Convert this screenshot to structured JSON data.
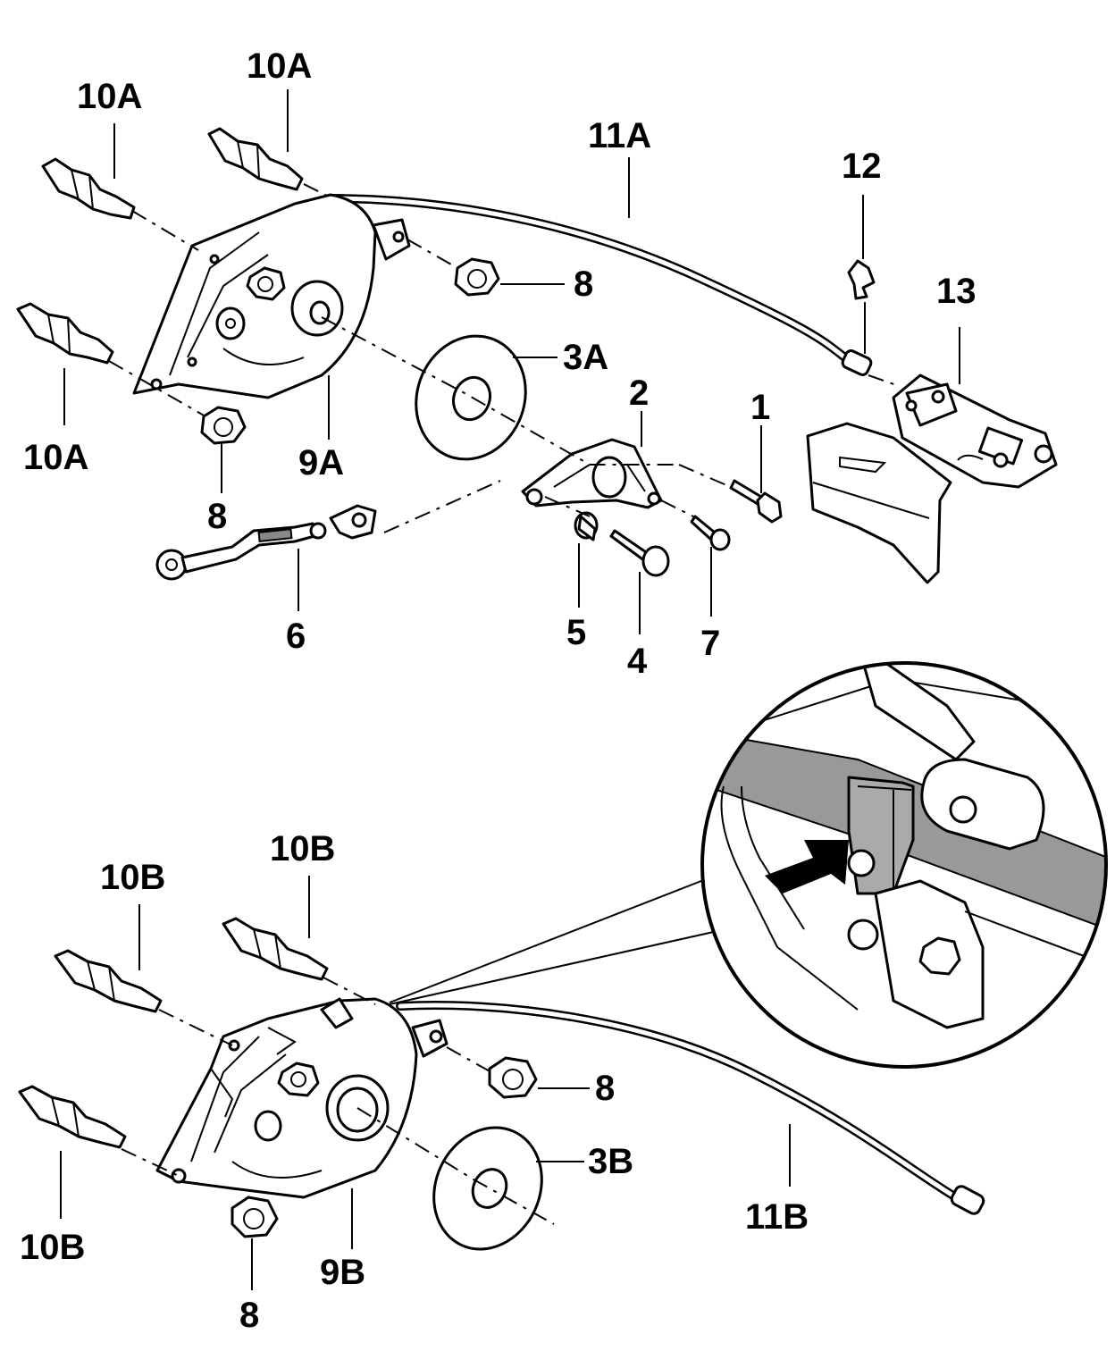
{
  "callouts": {
    "l1": "1",
    "l2": "2",
    "l3A": "3A",
    "l3B": "3B",
    "l4": "4",
    "l5": "5",
    "l6": "6",
    "l7": "7",
    "l8a": "8",
    "l8b": "8",
    "l8c": "8",
    "l8d": "8",
    "l9A": "9A",
    "l9B": "9B",
    "l10A_1": "10A",
    "l10A_2": "10A",
    "l10A_3": "10A",
    "l10B_1": "10B",
    "l10B_2": "10B",
    "l10B_3": "10B",
    "l11A": "11A",
    "l11B": "11B",
    "l12": "12",
    "l13": "13"
  }
}
